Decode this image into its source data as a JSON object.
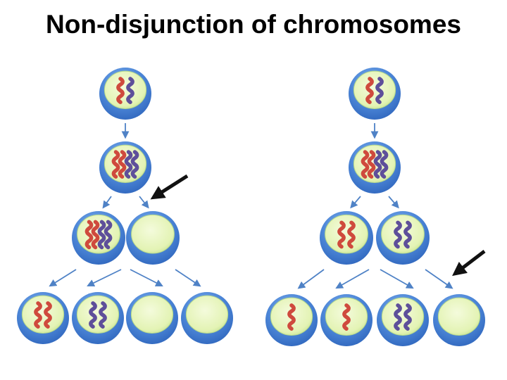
{
  "title": "Non-disjunction of chromosomes",
  "colors": {
    "cell_outer": "#3e78cf",
    "cell_outer_light": "#7db2ee",
    "cell_inner": "#e9f7c2",
    "cell_inner_edge": "#b6d98a",
    "chromosome_red": "#cf4a3d",
    "chromosome_purple": "#5e4f9a",
    "small_arrow": "#4f82c6",
    "pointer_arrow": "#111111"
  },
  "diagrams": [
    {
      "name": "meiosis-I-nondisjunction",
      "parent": [
        "red",
        "purple"
      ],
      "replicated": [
        "red",
        "red",
        "purple",
        "purple"
      ],
      "meiosis1": [
        [
          "red",
          "red",
          "purple",
          "purple"
        ],
        []
      ],
      "gametes": [
        [
          "red",
          "red"
        ],
        [
          "purple",
          "purple"
        ],
        [],
        []
      ]
    },
    {
      "name": "meiosis-II-nondisjunction",
      "parent": [
        "red",
        "purple"
      ],
      "replicated": [
        "red",
        "red",
        "purple",
        "purple"
      ],
      "meiosis1": [
        [
          "red",
          "red"
        ],
        [
          "purple",
          "purple"
        ]
      ],
      "gametes": [
        [
          "red"
        ],
        [
          "red"
        ],
        [
          "purple",
          "purple"
        ],
        []
      ]
    }
  ]
}
